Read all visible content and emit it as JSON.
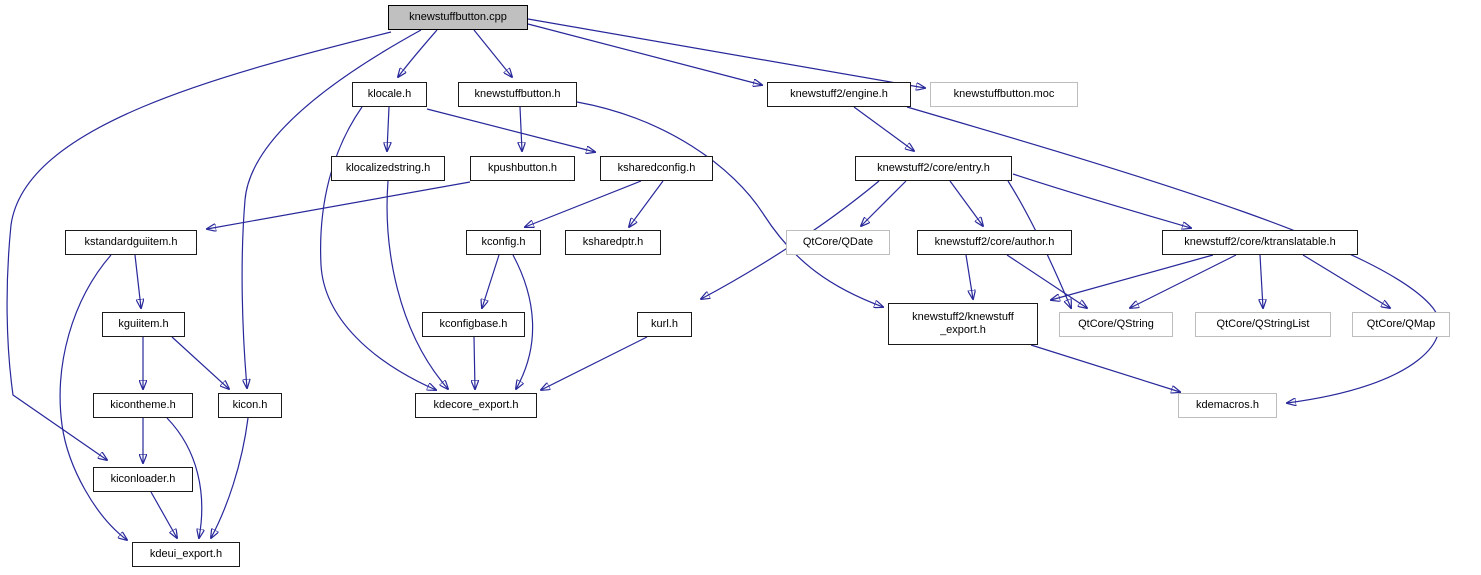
{
  "diagram": {
    "kind": "doxygen-include-dependency-graph",
    "root_file": "knewstuffbutton.cpp",
    "edge_color": "#28289b",
    "root_fill": "#c0c0c0",
    "internal_border": "#000000",
    "external_border": "#bdbdbd",
    "background": "#ffffff"
  },
  "nodes": [
    {
      "id": "cpp",
      "label": "knewstuffbutton.cpp",
      "kind": "root"
    },
    {
      "id": "klocale",
      "label": "klocale.h",
      "kind": "internal"
    },
    {
      "id": "knsbutton_h",
      "label": "knewstuffbutton.h",
      "kind": "internal"
    },
    {
      "id": "engine",
      "label": "knewstuff2/engine.h",
      "kind": "internal"
    },
    {
      "id": "moc",
      "label": "knewstuffbutton.moc",
      "kind": "external"
    },
    {
      "id": "klocalizedstring",
      "label": "klocalizedstring.h",
      "kind": "internal"
    },
    {
      "id": "kpushbutton",
      "label": "kpushbutton.h",
      "kind": "internal"
    },
    {
      "id": "ksharedconfig",
      "label": "ksharedconfig.h",
      "kind": "internal"
    },
    {
      "id": "entry",
      "label": "knewstuff2/core/entry.h",
      "kind": "internal"
    },
    {
      "id": "kstandardguiitem",
      "label": "kstandardguiitem.h",
      "kind": "internal"
    },
    {
      "id": "kconfig",
      "label": "kconfig.h",
      "kind": "internal"
    },
    {
      "id": "ksharedptr",
      "label": "ksharedptr.h",
      "kind": "internal"
    },
    {
      "id": "qdate",
      "label": "QtCore/QDate",
      "kind": "external"
    },
    {
      "id": "author",
      "label": "knewstuff2/core/author.h",
      "kind": "internal"
    },
    {
      "id": "ktranslatable",
      "label": "knewstuff2/core/ktranslatable.h",
      "kind": "internal"
    },
    {
      "id": "kguiitem",
      "label": "kguiitem.h",
      "kind": "internal"
    },
    {
      "id": "kconfigbase",
      "label": "kconfigbase.h",
      "kind": "internal"
    },
    {
      "id": "kurl",
      "label": "kurl.h",
      "kind": "internal"
    },
    {
      "id": "knewstuff_export",
      "label": "knewstuff2/knewstuff\n_export.h",
      "kind": "internal"
    },
    {
      "id": "qstring",
      "label": "QtCore/QString",
      "kind": "external"
    },
    {
      "id": "qstringlist",
      "label": "QtCore/QStringList",
      "kind": "external"
    },
    {
      "id": "qmap",
      "label": "QtCore/QMap",
      "kind": "external"
    },
    {
      "id": "kicontheme",
      "label": "kicontheme.h",
      "kind": "internal"
    },
    {
      "id": "kicon",
      "label": "kicon.h",
      "kind": "internal"
    },
    {
      "id": "kdecore_export",
      "label": "kdecore_export.h",
      "kind": "internal"
    },
    {
      "id": "kdemacros",
      "label": "kdemacros.h",
      "kind": "external"
    },
    {
      "id": "kiconloader",
      "label": "kiconloader.h",
      "kind": "internal"
    },
    {
      "id": "kdeui_export",
      "label": "kdeui_export.h",
      "kind": "internal"
    }
  ],
  "edges": [
    {
      "from": "knewstuffbutton.cpp",
      "to": "klocale.h"
    },
    {
      "from": "knewstuffbutton.cpp",
      "to": "knewstuffbutton.h"
    },
    {
      "from": "knewstuffbutton.cpp",
      "to": "knewstuff2/engine.h"
    },
    {
      "from": "knewstuffbutton.cpp",
      "to": "knewstuffbutton.moc"
    },
    {
      "from": "knewstuffbutton.cpp",
      "to": "kicon.h"
    },
    {
      "from": "knewstuffbutton.cpp",
      "to": "kiconloader.h"
    },
    {
      "from": "klocale.h",
      "to": "klocalizedstring.h"
    },
    {
      "from": "klocale.h",
      "to": "ksharedconfig.h"
    },
    {
      "from": "klocale.h",
      "to": "kdecore_export.h"
    },
    {
      "from": "knewstuffbutton.h",
      "to": "kpushbutton.h"
    },
    {
      "from": "knewstuffbutton.h",
      "to": "knewstuff2/knewstuff_export.h"
    },
    {
      "from": "klocalizedstring.h",
      "to": "kdecore_export.h"
    },
    {
      "from": "kpushbutton.h",
      "to": "kstandardguiitem.h"
    },
    {
      "from": "ksharedconfig.h",
      "to": "kconfig.h"
    },
    {
      "from": "ksharedconfig.h",
      "to": "ksharedptr.h"
    },
    {
      "from": "kconfig.h",
      "to": "kconfigbase.h"
    },
    {
      "from": "kconfig.h",
      "to": "kdecore_export.h"
    },
    {
      "from": "kconfigbase.h",
      "to": "kdecore_export.h"
    },
    {
      "from": "kurl.h",
      "to": "kdecore_export.h"
    },
    {
      "from": "kstandardguiitem.h",
      "to": "kguiitem.h"
    },
    {
      "from": "kstandardguiitem.h",
      "to": "kdeui_export.h"
    },
    {
      "from": "kguiitem.h",
      "to": "kicontheme.h"
    },
    {
      "from": "kguiitem.h",
      "to": "kicon.h"
    },
    {
      "from": "kicontheme.h",
      "to": "kiconloader.h"
    },
    {
      "from": "kicontheme.h",
      "to": "kdeui_export.h"
    },
    {
      "from": "kiconloader.h",
      "to": "kdeui_export.h"
    },
    {
      "from": "kicon.h",
      "to": "kdeui_export.h"
    },
    {
      "from": "knewstuff2/engine.h",
      "to": "knewstuff2/core/entry.h"
    },
    {
      "from": "knewstuff2/engine.h",
      "to": "kdemacros.h"
    },
    {
      "from": "knewstuff2/core/entry.h",
      "to": "QtCore/QDate"
    },
    {
      "from": "knewstuff2/core/entry.h",
      "to": "knewstuff2/core/author.h"
    },
    {
      "from": "knewstuff2/core/entry.h",
      "to": "knewstuff2/core/ktranslatable.h"
    },
    {
      "from": "knewstuff2/core/entry.h",
      "to": "kurl.h"
    },
    {
      "from": "knewstuff2/core/entry.h",
      "to": "QtCore/QString"
    },
    {
      "from": "knewstuff2/core/author.h",
      "to": "knewstuff2/knewstuff_export.h"
    },
    {
      "from": "knewstuff2/core/author.h",
      "to": "QtCore/QString"
    },
    {
      "from": "knewstuff2/core/ktranslatable.h",
      "to": "knewstuff2/knewstuff_export.h"
    },
    {
      "from": "knewstuff2/core/ktranslatable.h",
      "to": "QtCore/QString"
    },
    {
      "from": "knewstuff2/core/ktranslatable.h",
      "to": "QtCore/QStringList"
    },
    {
      "from": "knewstuff2/core/ktranslatable.h",
      "to": "QtCore/QMap"
    },
    {
      "from": "knewstuff2/knewstuff_export.h",
      "to": "kdemacros.h"
    }
  ]
}
